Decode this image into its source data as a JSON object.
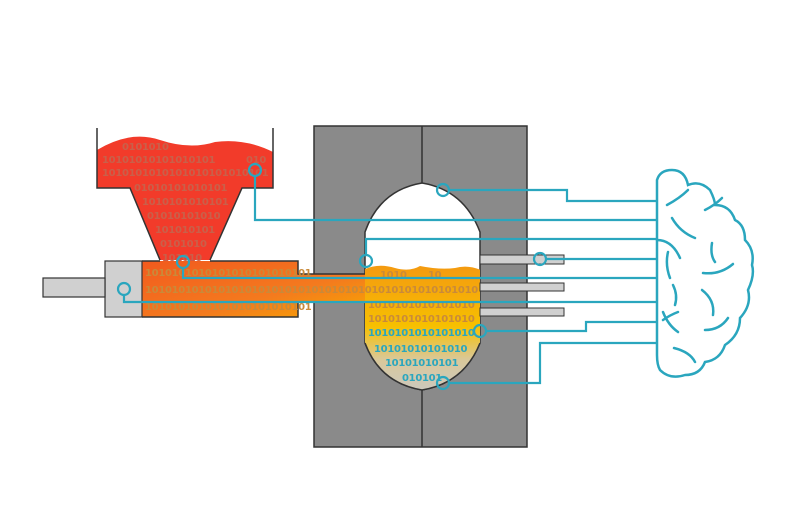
{
  "colors": {
    "wire": "#2aa6be",
    "melt_red": "#f23b2a",
    "melt_orange": "#f47a1e",
    "melt_yellow": "#f7b500",
    "mold_gray": "#8a8a8a",
    "light_gray": "#d0d0d0",
    "outline": "#333333"
  },
  "hopper_binary": [
    "0101010",
    "10101010101010101",
    "1010101010101010101010101",
    "01010101010101",
    "1010101010101",
    "01010101010",
    "101010101",
    "0101010",
    "101010"
  ],
  "hopper_corner_binary": "010",
  "barrel_binary": [
    "1010101010101010101010101",
    "10101010101010101010101010101010101010101010101010",
    "1010101010101010101010101"
  ],
  "cavity_binary": [
    "1010",
    "10",
    "1010101010101010",
    "1010101010101010",
    "1010101010101010",
    "10101010101010",
    "10101010101",
    "010101"
  ],
  "sensors": [
    {
      "id": "cavity-top"
    },
    {
      "id": "hopper"
    },
    {
      "id": "cavity-wall"
    },
    {
      "id": "ejector-pin"
    },
    {
      "id": "nozzle"
    },
    {
      "id": "piston"
    },
    {
      "id": "cavity-side"
    },
    {
      "id": "cavity-bottom"
    }
  ]
}
